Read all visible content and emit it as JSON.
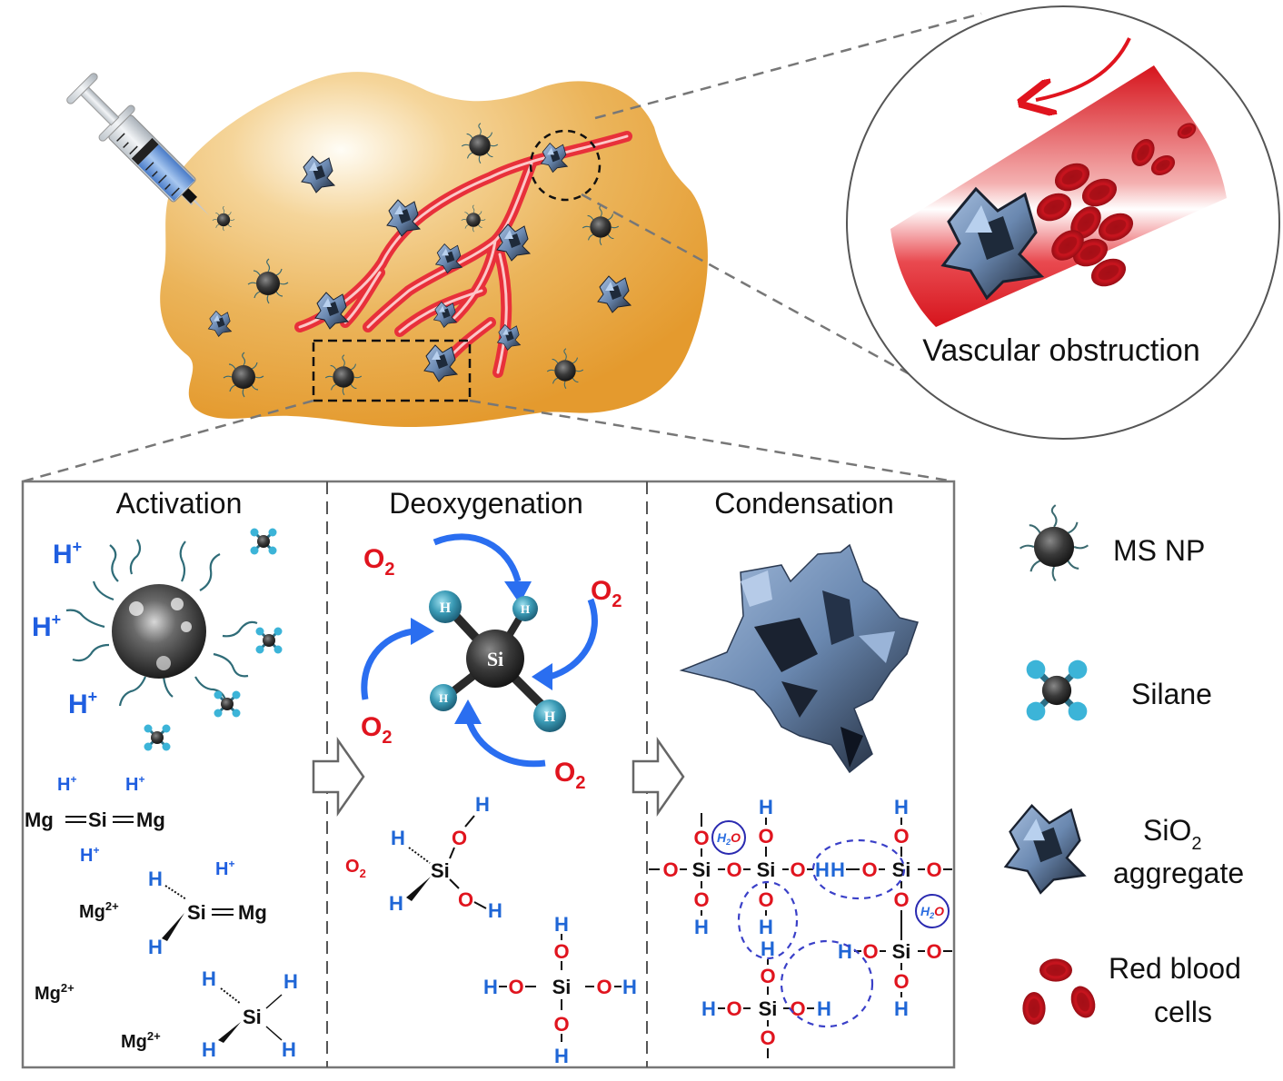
{
  "figure": {
    "zoom_label": "Vascular obstruction",
    "panels": [
      {
        "title": "Activation"
      },
      {
        "title": "Deoxygenation"
      },
      {
        "title": "Condensation"
      }
    ],
    "activation": {
      "proton": "H",
      "proton_charge": "+",
      "mg": "Mg",
      "si": "Si",
      "h": "H",
      "mg_ion": "Mg",
      "mg_ion_charge": "2+"
    },
    "deoxygenation": {
      "oxygen": "O",
      "oxygen_sub": "2",
      "silane_center": "Si",
      "silane_h": "H",
      "o": "O",
      "h": "H",
      "si": "Si"
    },
    "condensation": {
      "water_h": "H",
      "water_sub": "2",
      "water_o": "O",
      "si": "Si",
      "o": "O",
      "h": "H"
    },
    "legend": [
      {
        "icon": "ms-np-icon",
        "label": "MS NP"
      },
      {
        "icon": "silane-icon",
        "label": "Silane"
      },
      {
        "icon": "sio2-aggregate-icon",
        "label_main": "SiO",
        "label_sub": "2",
        "label_line2": "aggregate"
      },
      {
        "icon": "red-blood-cells-icon",
        "label_line1": "Red blood",
        "label_line2": "cells"
      }
    ],
    "colors": {
      "tumor": "#e8a53a",
      "vessel": "#e0262e",
      "proton_blue": "#1f5ee0",
      "oxygen_red": "#e0141e",
      "arrow_blue": "#2a6ef0",
      "silane_h": "#3aa5c8",
      "aggregate": "#6f8fb8"
    }
  }
}
